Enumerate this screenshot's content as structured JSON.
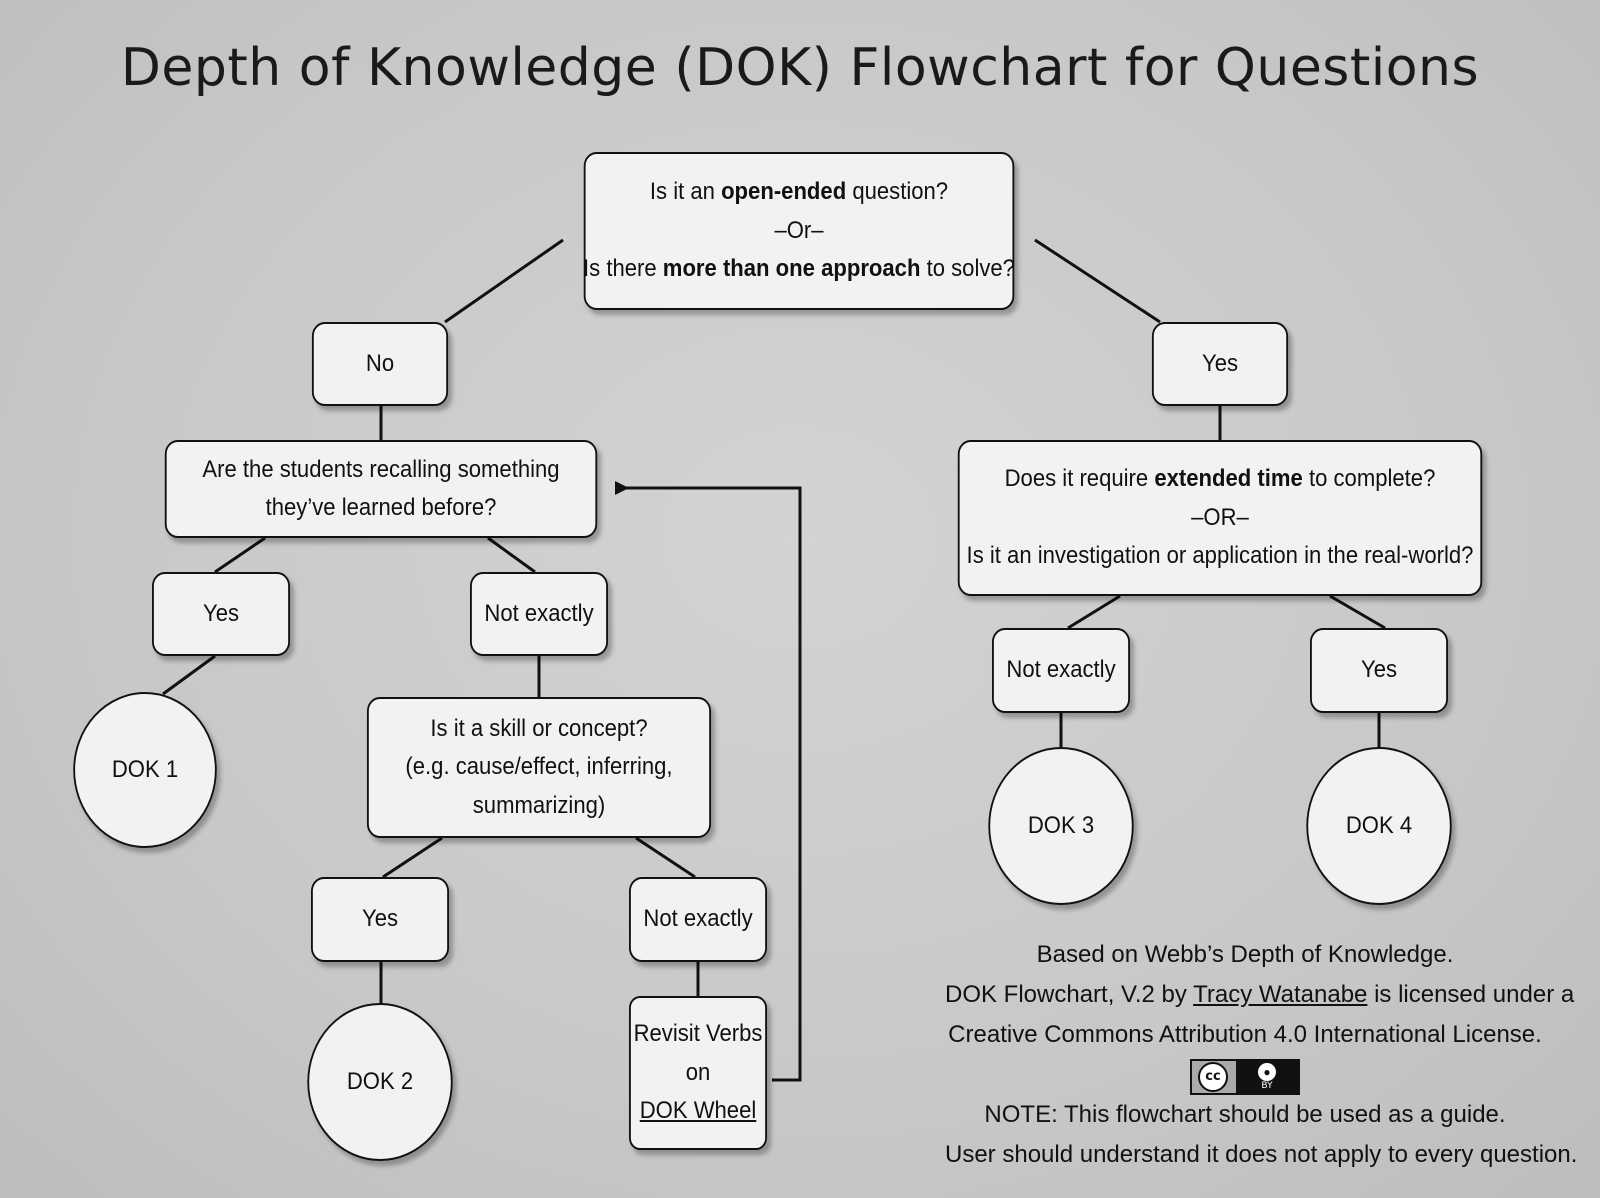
{
  "title": "Depth of Knowledge (DOK) Flowchart for Questions",
  "nodes": {
    "root": {
      "line1": {
        "pre": "Is it an ",
        "bold": "open-ended",
        "post": " question?"
      },
      "line2": "–Or–",
      "line3": {
        "pre": "Is there ",
        "bold": "more than one approach",
        "post": " to solve?"
      }
    },
    "no": "No",
    "yes_top": "Yes",
    "recall": {
      "line1": "Are the students recalling something",
      "line2": "they’ve learned before?"
    },
    "extended": {
      "line1": {
        "pre": "Does it require ",
        "bold": "extended time",
        "post": " to complete?"
      },
      "line2": "–OR–",
      "line3": "Is it an investigation or application in the real-world?"
    },
    "recall_yes": "Yes",
    "recall_not_exactly": "Not exactly",
    "dok1": "DOK 1",
    "skill": {
      "line1": "Is it a skill or concept?",
      "line2": "(e.g. cause/effect, inferring,",
      "line3": "summarizing)"
    },
    "skill_yes": "Yes",
    "skill_not_exactly": "Not exactly",
    "dok2": "DOK 2",
    "revisit": {
      "line1": "Revisit Verbs",
      "line2": "on",
      "line3": "DOK Wheel"
    },
    "ext_not_exactly": "Not exactly",
    "ext_yes": "Yes",
    "dok3": "DOK 3",
    "dok4": "DOK 4"
  },
  "footer": {
    "line1": "Based on Webb’s Depth of Knowledge.",
    "line2_pre": "DOK Flowchart, V.2 by ",
    "line2_link": "Tracy Watanabe",
    "line2_post": " is licensed under a",
    "line3": "Creative Commons Attribution 4.0 International License.",
    "badge_cc": "cc",
    "badge_by": "BY",
    "note1": "NOTE: This flowchart should be used as a guide.",
    "note2": "User should understand it does not apply to every question."
  }
}
